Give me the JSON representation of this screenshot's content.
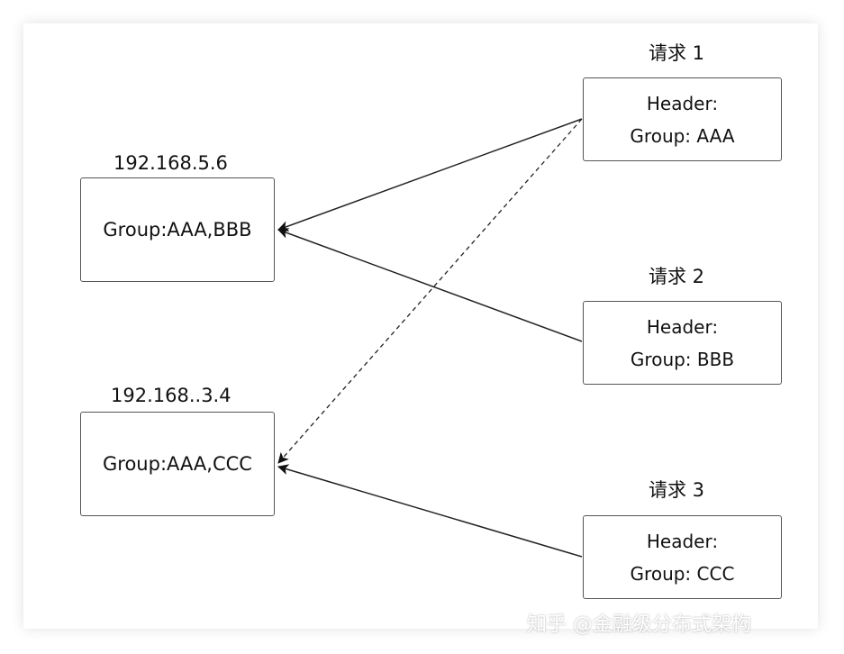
{
  "servers": [
    {
      "ip": "192.168.5.6",
      "groups": "Group:AAA,BBB"
    },
    {
      "ip": "192.168..3.4",
      "groups": "Group:AAA,CCC"
    }
  ],
  "requests": [
    {
      "title": "请求 1",
      "header": "Header:",
      "group": "Group: AAA"
    },
    {
      "title": "请求 2",
      "header": "Header:",
      "group": "Group: BBB"
    },
    {
      "title": "请求 3",
      "header": "Header:",
      "group": "Group: CCC"
    }
  ],
  "watermark": "知乎 @金融级分布式架构"
}
